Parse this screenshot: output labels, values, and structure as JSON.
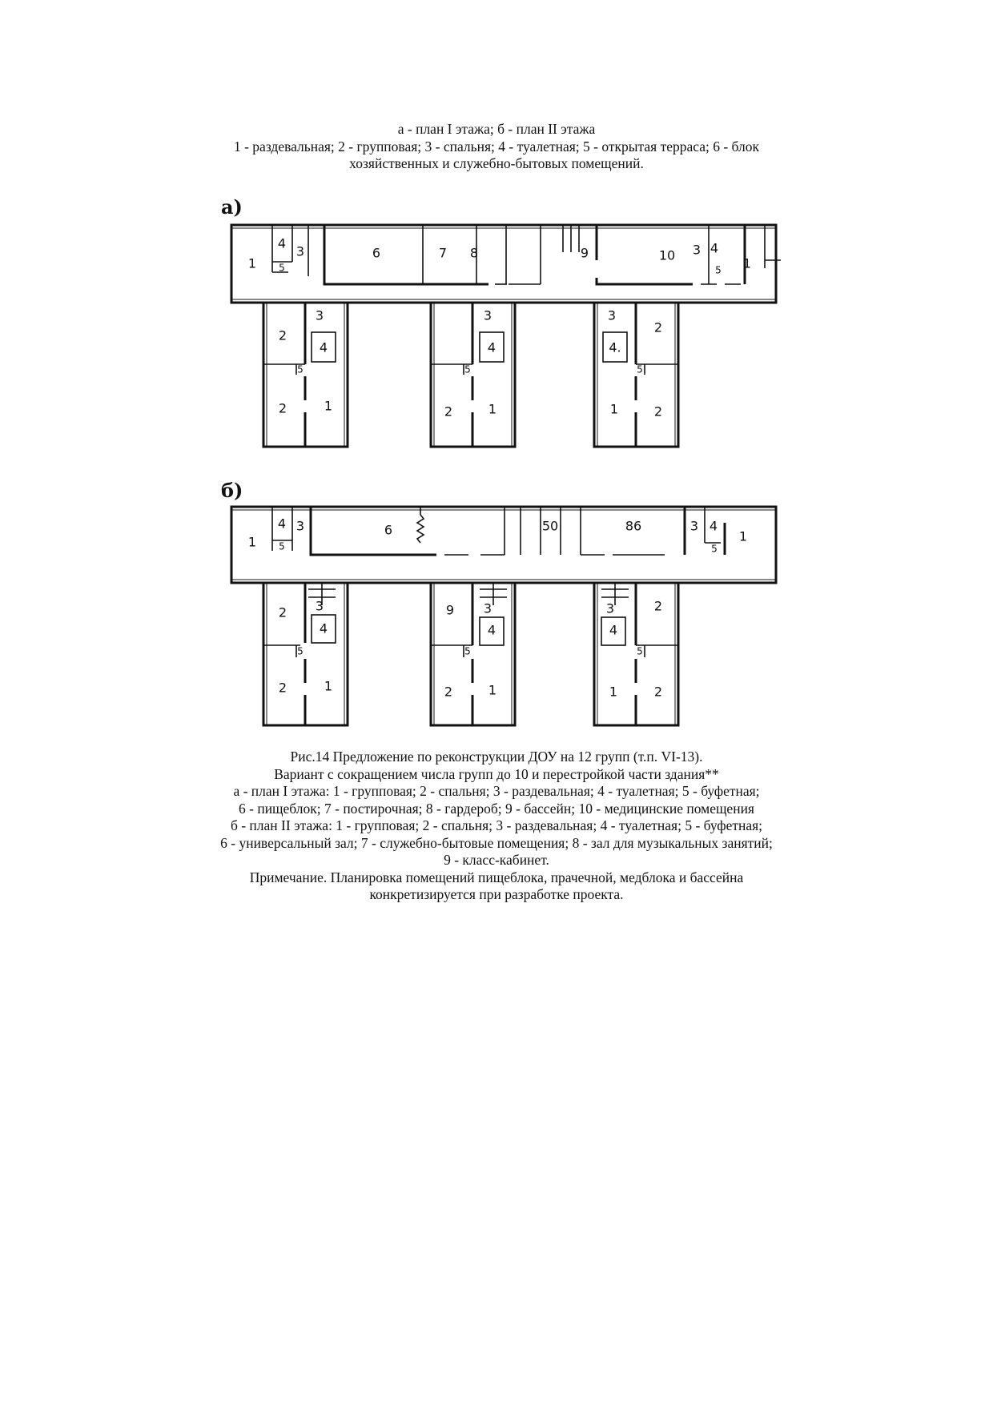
{
  "top_caption": {
    "lines": [
      "а - план I этажа; б - план II этажа",
      "1 - раздевальная; 2 - групповая; 3 - спальня; 4 - туалетная; 5 - открытая терраса; 6 - блок",
      "хозяйственных и служебно-бытовых помещений."
    ]
  },
  "figure": {
    "plan_a": {
      "label": "а)",
      "corridor_rooms": {
        "left_1": "1",
        "left_4": "4",
        "left_5": "5",
        "left_3": "3",
        "r6": "6",
        "r7": "7",
        "r8": "8",
        "r9": "9",
        "r10": "10",
        "right_3": "3",
        "right_4": "4",
        "right_5": "5",
        "right_1": "1"
      },
      "wings": [
        {
          "sleep": "2",
          "dress": "3",
          "toilet": "4",
          "buffet": "5",
          "group_left": "2",
          "group_right": "1"
        },
        {
          "sleep": "",
          "dress": "3",
          "toilet": "4",
          "buffet": "5",
          "group_left": "2",
          "group_right": "1"
        },
        {
          "sleep": "2",
          "dress": "3",
          "toilet": "4.",
          "buffet": "5",
          "group_left": "1",
          "group_right": "2"
        }
      ]
    },
    "plan_b": {
      "label": "б)",
      "corridor_rooms": {
        "left_1": "1",
        "left_4": "4",
        "left_5": "5",
        "left_3": "3",
        "r6": "6",
        "r50": "50",
        "r86": "86",
        "right_3": "3",
        "right_4": "4",
        "right_5": "5",
        "right_1": "1"
      },
      "wings": [
        {
          "sleep": "2",
          "dress": "3",
          "toilet": "4",
          "buffet": "5",
          "group_left": "2",
          "group_right": "1"
        },
        {
          "sleep": "9",
          "dress": "3",
          "toilet": "4",
          "buffet": "5",
          "group_left": "2",
          "group_right": "1"
        },
        {
          "sleep": "2",
          "dress": "3",
          "toilet": "4",
          "buffet": "5",
          "group_left": "1",
          "group_right": "2"
        }
      ]
    }
  },
  "bottom_caption": {
    "lines": [
      "Рис.14 Предложение по реконструкции ДОУ на 12 групп (т.п. VI-13).",
      "Вариант с сокращением числа групп до 10 и перестройкой части здания**",
      "а - план I этажа: 1 - групповая; 2 - спальня; 3 - раздевальная; 4 - туалетная; 5 - буфетная;",
      "6 - пищеблок; 7 - постирочная; 8 - гардероб; 9 - бассейн; 10 - медицинские помещения",
      "б - план II этажа: 1 - групповая; 2 - спальня; 3 - раздевальная; 4 - туалетная; 5 - буфетная;",
      "6 - универсальный зал; 7 - служебно-бытовые помещения; 8 - зал для музыкальных занятий;",
      "9 - класс-кабинет.",
      "Примечание. Планировка помещений пищеблока, прачечной, медблока и бассейна",
      "конкретизируется при разработке проекта."
    ]
  }
}
